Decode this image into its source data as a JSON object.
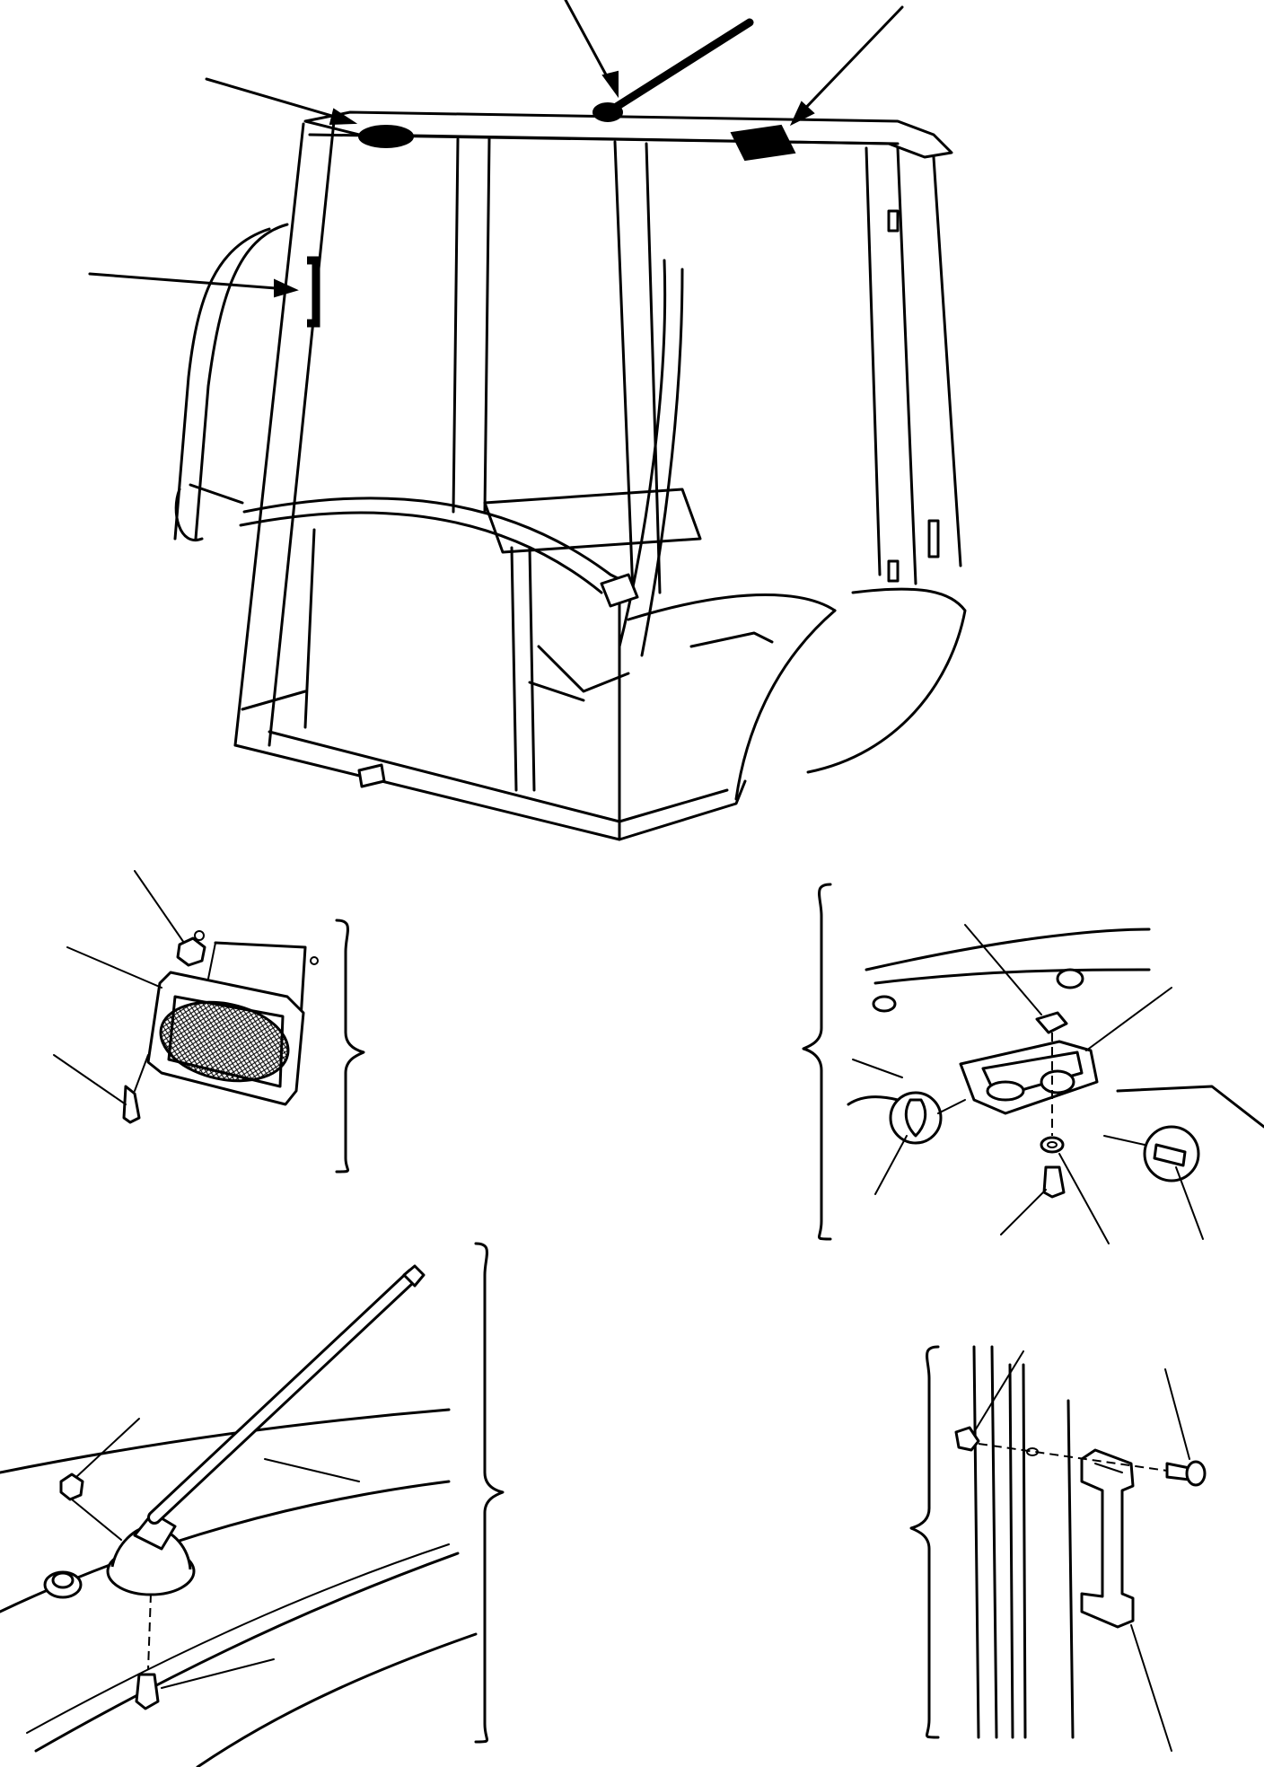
{
  "figure": {
    "callouts": [],
    "groups": [
      {
        "key": "speaker",
        "parts": 3
      },
      {
        "key": "room-lamp",
        "parts": 6
      },
      {
        "key": "antenna",
        "parts": 3
      },
      {
        "key": "grab-handle",
        "parts": 3
      }
    ]
  }
}
